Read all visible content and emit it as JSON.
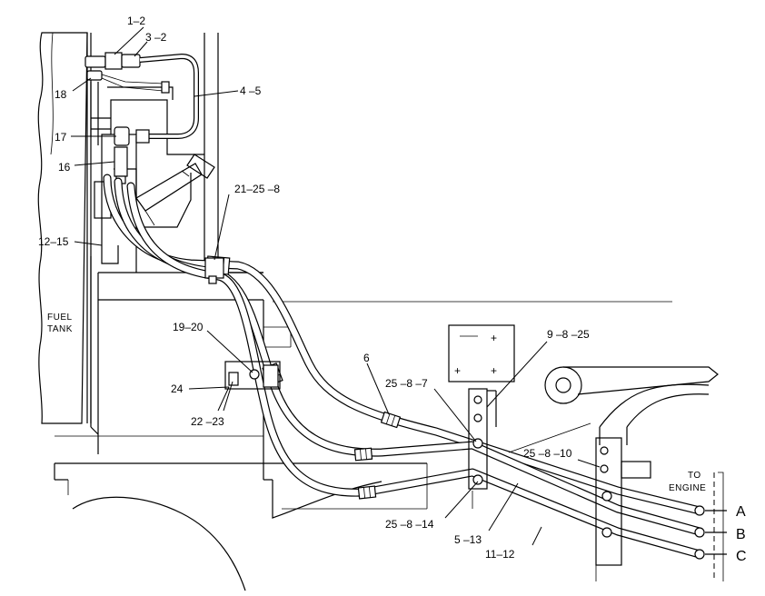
{
  "diagram": {
    "callouts": {
      "c1_2": "1–2",
      "c3_2": "3 –2",
      "c18": "18",
      "c4_5": "4 –5",
      "c17": "17",
      "c16": "16",
      "c21_25_8": "21–25 –8",
      "c12_15": "12–15",
      "c19_20": "19–20",
      "c24": "24",
      "c22_23": "22 –23",
      "c6": "6",
      "c9_8_25": "9 –8 –25",
      "c25_8_7": "25 –8 –7",
      "c25_8_10": "25 –8 –10",
      "c25_8_14": "25 –8 –14",
      "c5_13": "5 –13",
      "c11_12": "11–12"
    },
    "fuel_tank": [
      "FUEL",
      "TANK"
    ],
    "to_engine": [
      "TO",
      "ENGINE"
    ],
    "ports": [
      "A",
      "B",
      "C"
    ]
  }
}
